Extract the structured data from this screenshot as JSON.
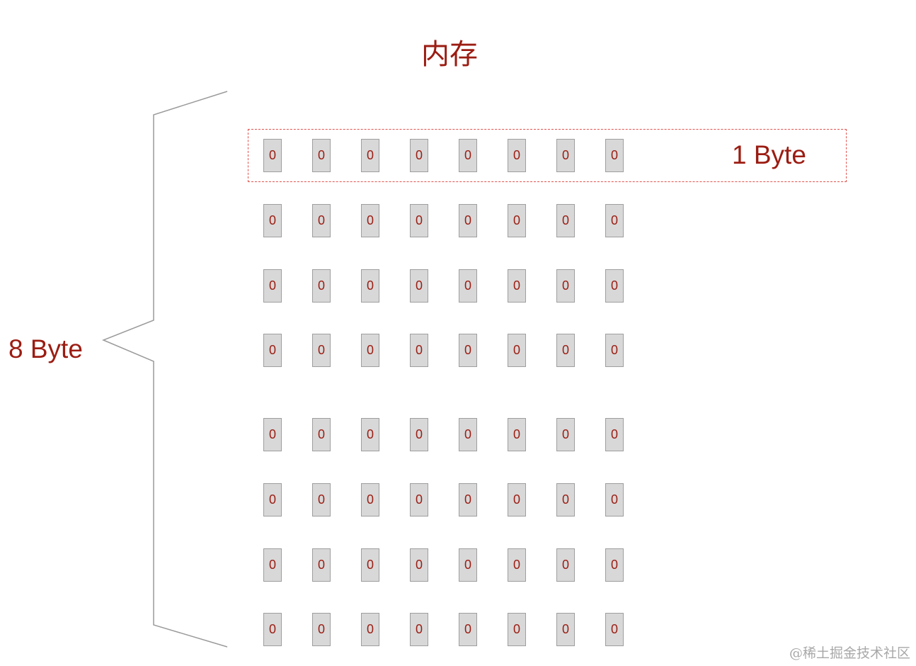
{
  "title": "内存",
  "total_label": "8 Byte",
  "byte_label": "1 Byte",
  "watermark": "@稀土掘金技术社区",
  "colors": {
    "accent_text": "#9b1c12",
    "highlight_border": "#e0524d",
    "bit_fill": "#d8d8d8",
    "bit_border": "#9e9e9e",
    "brace_stroke": "#9a9a9a"
  },
  "memory": {
    "bytes": [
      [
        "0",
        "0",
        "0",
        "0",
        "0",
        "0",
        "0",
        "0"
      ],
      [
        "0",
        "0",
        "0",
        "0",
        "0",
        "0",
        "0",
        "0"
      ],
      [
        "0",
        "0",
        "0",
        "0",
        "0",
        "0",
        "0",
        "0"
      ],
      [
        "0",
        "0",
        "0",
        "0",
        "0",
        "0",
        "0",
        "0"
      ],
      [
        "0",
        "0",
        "0",
        "0",
        "0",
        "0",
        "0",
        "0"
      ],
      [
        "0",
        "0",
        "0",
        "0",
        "0",
        "0",
        "0",
        "0"
      ],
      [
        "0",
        "0",
        "0",
        "0",
        "0",
        "0",
        "0",
        "0"
      ],
      [
        "0",
        "0",
        "0",
        "0",
        "0",
        "0",
        "0",
        "0"
      ]
    ]
  }
}
